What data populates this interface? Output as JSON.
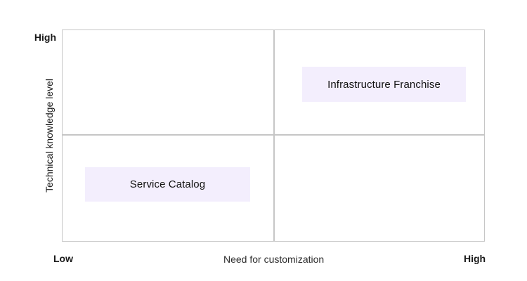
{
  "chart_data": {
    "type": "scatter",
    "title": "",
    "subtitle": "",
    "xlabel": "Need for customization",
    "ylabel": "Technical knowledge level",
    "x_ticks": [
      "Low",
      "High"
    ],
    "y_ticks": [
      "High"
    ],
    "grid": true,
    "legend": "none",
    "quadrant_grid": {
      "columns": 2,
      "rows": 2
    },
    "items": [
      {
        "label": "Infrastructure Franchise",
        "quadrant": "top-right",
        "x_level": "High",
        "y_level": "High",
        "fill": "#f3eefd"
      },
      {
        "label": "Service Catalog",
        "quadrant": "bottom-left",
        "x_level": "Low",
        "y_level": "Low",
        "fill": "#f3eefd"
      }
    ]
  },
  "axes": {
    "y": {
      "title": "Technical knowledge level",
      "high_label": "High"
    },
    "x": {
      "title": "Need for customization",
      "low_label": "Low",
      "high_label": "High"
    }
  },
  "items": {
    "infrastructure_franchise": "Infrastructure Franchise",
    "service_catalog": "Service Catalog"
  },
  "colors": {
    "item_fill": "#f3eefd",
    "frame_line": "#c6c6c6",
    "text": "#111111",
    "background": "#ffffff"
  }
}
